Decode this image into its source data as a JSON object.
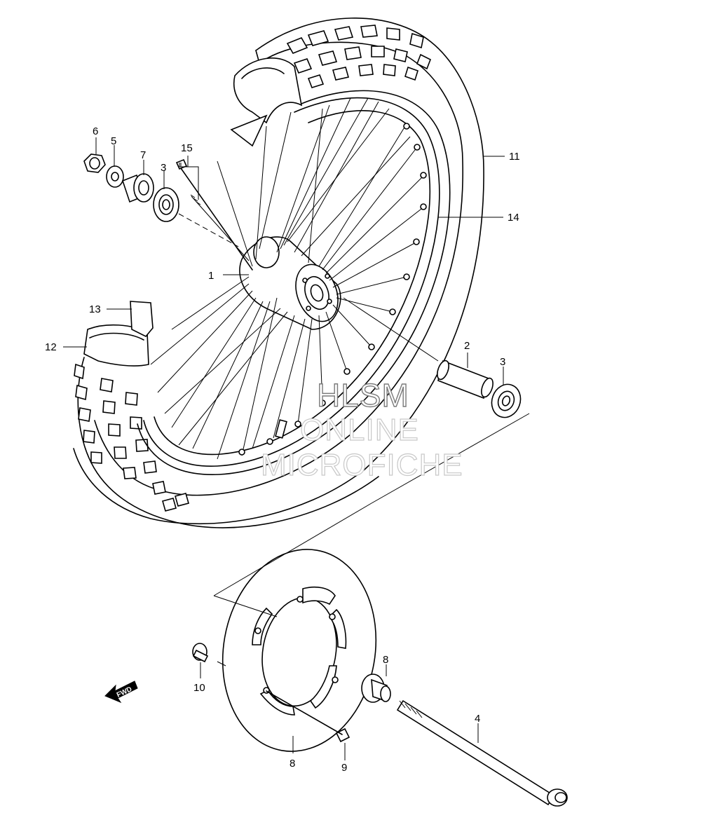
{
  "callouts": [
    {
      "id": "c1",
      "text": "1"
    },
    {
      "id": "c2",
      "text": "2"
    },
    {
      "id": "c3a",
      "text": "3"
    },
    {
      "id": "c3b",
      "text": "3"
    },
    {
      "id": "c4",
      "text": "4"
    },
    {
      "id": "c5",
      "text": "5"
    },
    {
      "id": "c6",
      "text": "6"
    },
    {
      "id": "c7",
      "text": "7"
    },
    {
      "id": "c8a",
      "text": "8"
    },
    {
      "id": "c8b",
      "text": "8"
    },
    {
      "id": "c9",
      "text": "9"
    },
    {
      "id": "c10",
      "text": "10"
    },
    {
      "id": "c11",
      "text": "11"
    },
    {
      "id": "c12",
      "text": "12"
    },
    {
      "id": "c13",
      "text": "13"
    },
    {
      "id": "c14",
      "text": "14"
    },
    {
      "id": "c15",
      "text": "15"
    }
  ],
  "watermark": {
    "line1": "HLSM",
    "line2": "ONLINE",
    "line3": "MICROFICHE"
  },
  "direction_badge": "FWD"
}
